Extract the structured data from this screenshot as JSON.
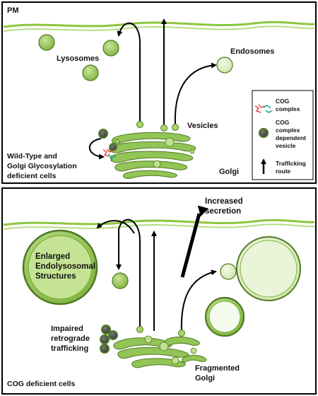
{
  "top_panel": {
    "pm_label": "PM",
    "lysosomes_label": "Lysosomes",
    "endosomes_label": "Endosomes",
    "vesicles_label": "Vesicles",
    "golgi_label": "Golgi",
    "cell_label": [
      "Wild-Type and",
      "Golgi Glycosylation",
      "deficient cells"
    ]
  },
  "legend": {
    "cog_complex": [
      "COG",
      "complex"
    ],
    "cog_vesicle": [
      "COG",
      "complex",
      "dependent",
      "vesicle"
    ],
    "trafficking_route": [
      "Trafficking",
      "route"
    ]
  },
  "bottom_panel": {
    "enlarged_label": [
      "Enlarged",
      "Endolysosomal",
      "Structures"
    ],
    "secretion_label": [
      "Increased",
      "secretion"
    ],
    "impaired_label": [
      "Impaired",
      "retrograde",
      "trafficking"
    ],
    "fragmented_label": [
      "Fragmented",
      "Golgi"
    ],
    "cell_label": "COG deficient cells"
  },
  "colors": {
    "membrane": "#8dc63f",
    "organelle_fill": "#a9d468",
    "organelle_stroke": "#4e7a24",
    "golgi_fill": "#93c456",
    "outline": "#000000"
  }
}
